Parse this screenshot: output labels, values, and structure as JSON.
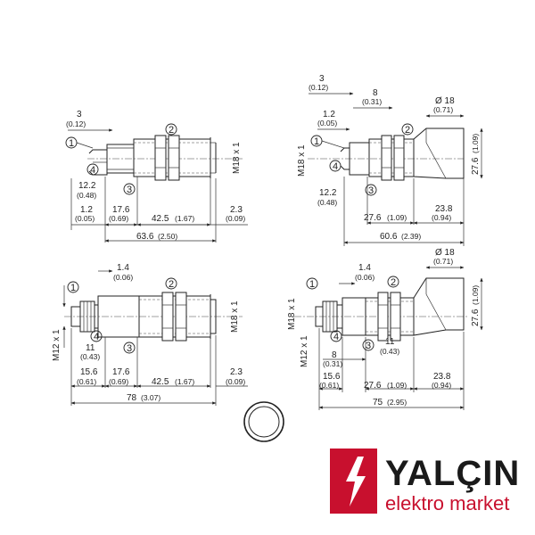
{
  "colors": {
    "brand_red": "#c8102e",
    "line": "#222222"
  },
  "markers": {
    "m1": "1",
    "m2": "2",
    "m3": "3",
    "m4": "4"
  },
  "diagram_tl": {
    "dim_3": "3",
    "dim_3_in": "(0.12)",
    "dim_12_2": "12.2",
    "dim_12_2_in": "(0.48)",
    "dim_1_2": "1.2",
    "dim_1_2_in": "(0.05)",
    "dim_17_6": "17.6",
    "dim_17_6_in": "(0.69)",
    "dim_42_5": "42.5",
    "dim_42_5_in": "(1.67)",
    "dim_2_3": "2.3",
    "dim_2_3_in": "(0.09)",
    "dim_63_6": "63.6",
    "dim_63_6_in": "(2.50)",
    "thread": "M18 x 1"
  },
  "diagram_tr": {
    "dim_3": "3",
    "dim_3_in": "(0.12)",
    "dim_8": "8",
    "dim_8_in": "(0.31)",
    "dim_1_2": "1.2",
    "dim_1_2_in": "(0.05)",
    "dim_dia18": "Ø 18",
    "dim_dia18_in": "(0.71)",
    "dim_27_6_v": "27.6",
    "dim_27_6_v_in": "(1.09)",
    "dim_12_2": "12.2",
    "dim_12_2_in": "(0.48)",
    "dim_27_6": "27.6",
    "dim_27_6_in": "(1.09)",
    "dim_23_8": "23.8",
    "dim_23_8_in": "(0.94)",
    "dim_60_6": "60.6",
    "dim_60_6_in": "(2.39)",
    "thread": "M18 x 1"
  },
  "diagram_bl": {
    "dim_1_4": "1.4",
    "dim_1_4_in": "(0.06)",
    "dim_11": "11",
    "dim_11_in": "(0.43)",
    "dim_15_6": "15.6",
    "dim_15_6_in": "(0.61)",
    "dim_17_6": "17.6",
    "dim_17_6_in": "(0.69)",
    "dim_42_5": "42.5",
    "dim_42_5_in": "(1.67)",
    "dim_2_3": "2.3",
    "dim_2_3_in": "(0.09)",
    "dim_78": "78",
    "dim_78_in": "(3.07)",
    "thread": "M18 x 1",
    "thread_m12": "M12 x 1"
  },
  "diagram_br": {
    "dim_1_4": "1.4",
    "dim_1_4_in": "(0.06)",
    "dim_dia18": "Ø 18",
    "dim_dia18_in": "(0.71)",
    "dim_27_6_v": "27.6",
    "dim_27_6_v_in": "(1.09)",
    "dim_11": "11",
    "dim_11_in": "(0.43)",
    "dim_8": "8",
    "dim_8_in": "(0.31)",
    "dim_15_6": "15.6",
    "dim_15_6_in": "(0.61)",
    "dim_27_6": "27.6",
    "dim_27_6_in": "(1.09)",
    "dim_23_8": "23.8",
    "dim_23_8_in": "(0.94)",
    "dim_75": "75",
    "dim_75_in": "(2.95)",
    "thread": "M18 x 1",
    "thread_m12": "M12 x 1"
  },
  "logo": {
    "name": "YALÇIN",
    "tagline": "elektro market"
  }
}
